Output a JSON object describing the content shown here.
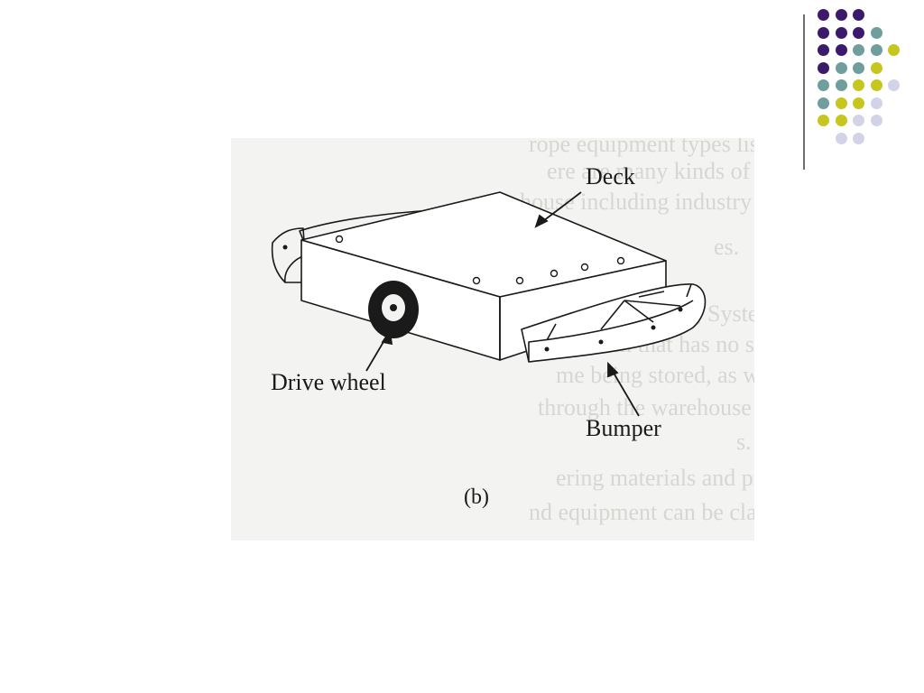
{
  "palette": {
    "purple": "#3b1a6b",
    "teal": "#6f9e9c",
    "olive": "#c6c61e",
    "lavender": "#d3d3e8",
    "rule": "#6f6f6f"
  },
  "decoration": {
    "dot_rows": [
      [
        "purple",
        "purple",
        "purple"
      ],
      [
        "purple",
        "purple",
        "purple",
        "teal"
      ],
      [
        "purple",
        "purple",
        "teal",
        "teal",
        "olive"
      ],
      [
        "purple",
        "teal",
        "teal",
        "olive"
      ],
      [
        "teal",
        "teal",
        "olive",
        "olive",
        "lavender"
      ],
      [
        "teal",
        "olive",
        "olive",
        "lavender"
      ],
      [
        "olive",
        "olive",
        "lavender",
        "lavender"
      ],
      [
        "lavender",
        "lavender"
      ]
    ]
  },
  "figure": {
    "labels": {
      "deck": "Deck",
      "drive_wheel": "Drive wheel",
      "bumper": "Bumper",
      "caption": "(b)"
    },
    "bleed_through_text": [
      "rope equipment types listed i",
      "ere are many kinds of transpo",
      "house including industry tra",
      "es.",
      ", Systems, with the ma is ge",
      "is a system that has no secondar",
      "me being stored, as well as",
      "through the warehouse or distr",
      "s. Accordingly, companies mus",
      "ering materials and products",
      "nd equipment can be classifie"
    ]
  }
}
